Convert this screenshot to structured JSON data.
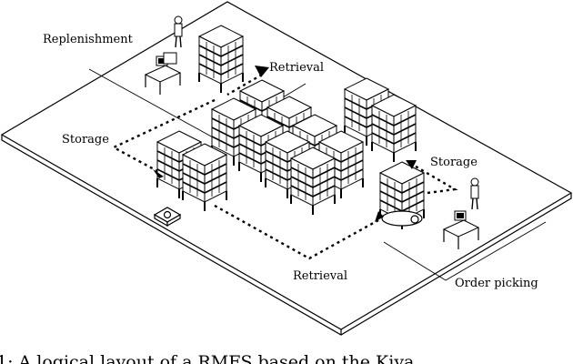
{
  "labels": {
    "replenishment": "Replenishment",
    "retrieval_top": "Retrieval",
    "storage_left": "Storage",
    "storage_right": "Storage",
    "retrieval_bottom": "Retrieval",
    "order_picking": "Order picking"
  },
  "caption": "1: A logical layout of a RMFS based on the Kiva..."
}
